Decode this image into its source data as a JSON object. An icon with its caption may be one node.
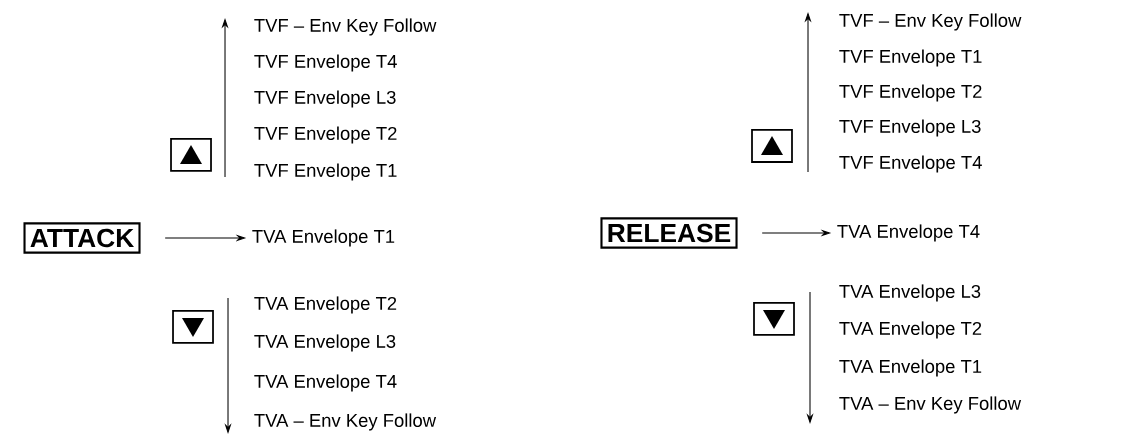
{
  "diagram": {
    "nodes": [
      {
        "text": [
          "ATTACK"
        ]
      },
      {
        "text": [
          "TVA Envelope T1"
        ]
      },
      {
        "text": [
          "RELEASE"
        ]
      },
      {
        "text": [
          "TVA Envelope T4"
        ]
      }
    ],
    "edges": [
      {
        "from": 0,
        "to": 1,
        "arrow": "to"
      },
      {
        "from": 2,
        "to": 3,
        "arrow": "to"
      }
    ],
    "labels": [
      "TVF – Env Key Follow",
      "TVF Envelope T4",
      "TVF Envelope L3",
      "TVF Envelope T2",
      "TVF Envelope T1",
      "TVA Envelope T2",
      "TVA Envelope L3",
      "TVA Envelope T4",
      "TVA – Env Key Follow",
      "TVF – Env Key Follow",
      "TVF Envelope T1",
      "TVF Envelope T2",
      "TVF Envelope L3",
      "TVF Envelope T4",
      "TVA Envelope L3",
      "TVA Envelope T2",
      "TVA Envelope T1",
      "TVA – Env Key Follow"
    ]
  }
}
